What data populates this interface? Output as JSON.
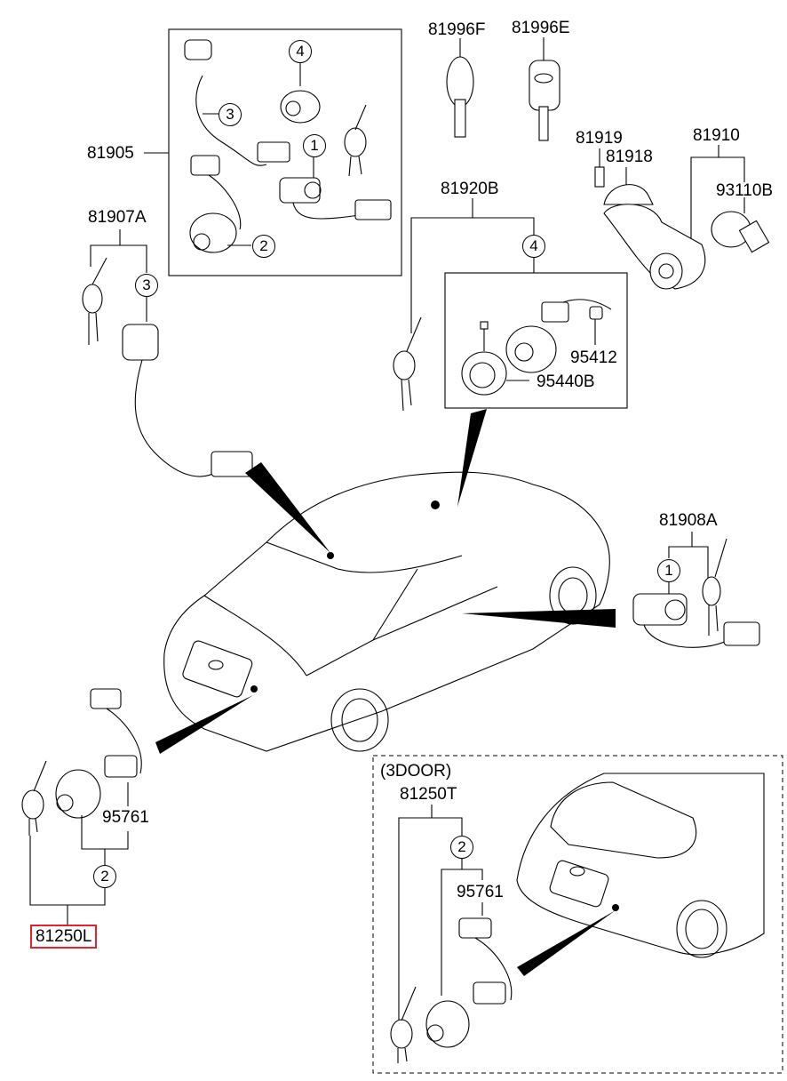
{
  "diagram": {
    "title": "Key & Cylinder Set",
    "highlight_color": "#e8202a",
    "parts": {
      "p81905": "81905",
      "p81907A": "81907A",
      "p81996F": "81996F",
      "p81996E": "81996E",
      "p81919": "81919",
      "p81918": "81918",
      "p81910": "81910",
      "p93110B": "93110B",
      "p81920B": "81920B",
      "p95412": "95412",
      "p95440B": "95440B",
      "p81908A": "81908A",
      "p95761_left": "95761",
      "p81250L": "81250L",
      "p3door_heading": "(3DOOR)",
      "p81250T": "81250T",
      "p95761_right": "95761"
    },
    "callouts": {
      "kit_4": "4",
      "kit_3": "3",
      "kit_1": "1",
      "kit_2": "2",
      "c81907A_3": "3",
      "c81920B_4": "4",
      "c81908A_1": "1",
      "c81250L_2": "2",
      "c81250T_2": "2"
    },
    "selected_part": "81250L"
  }
}
